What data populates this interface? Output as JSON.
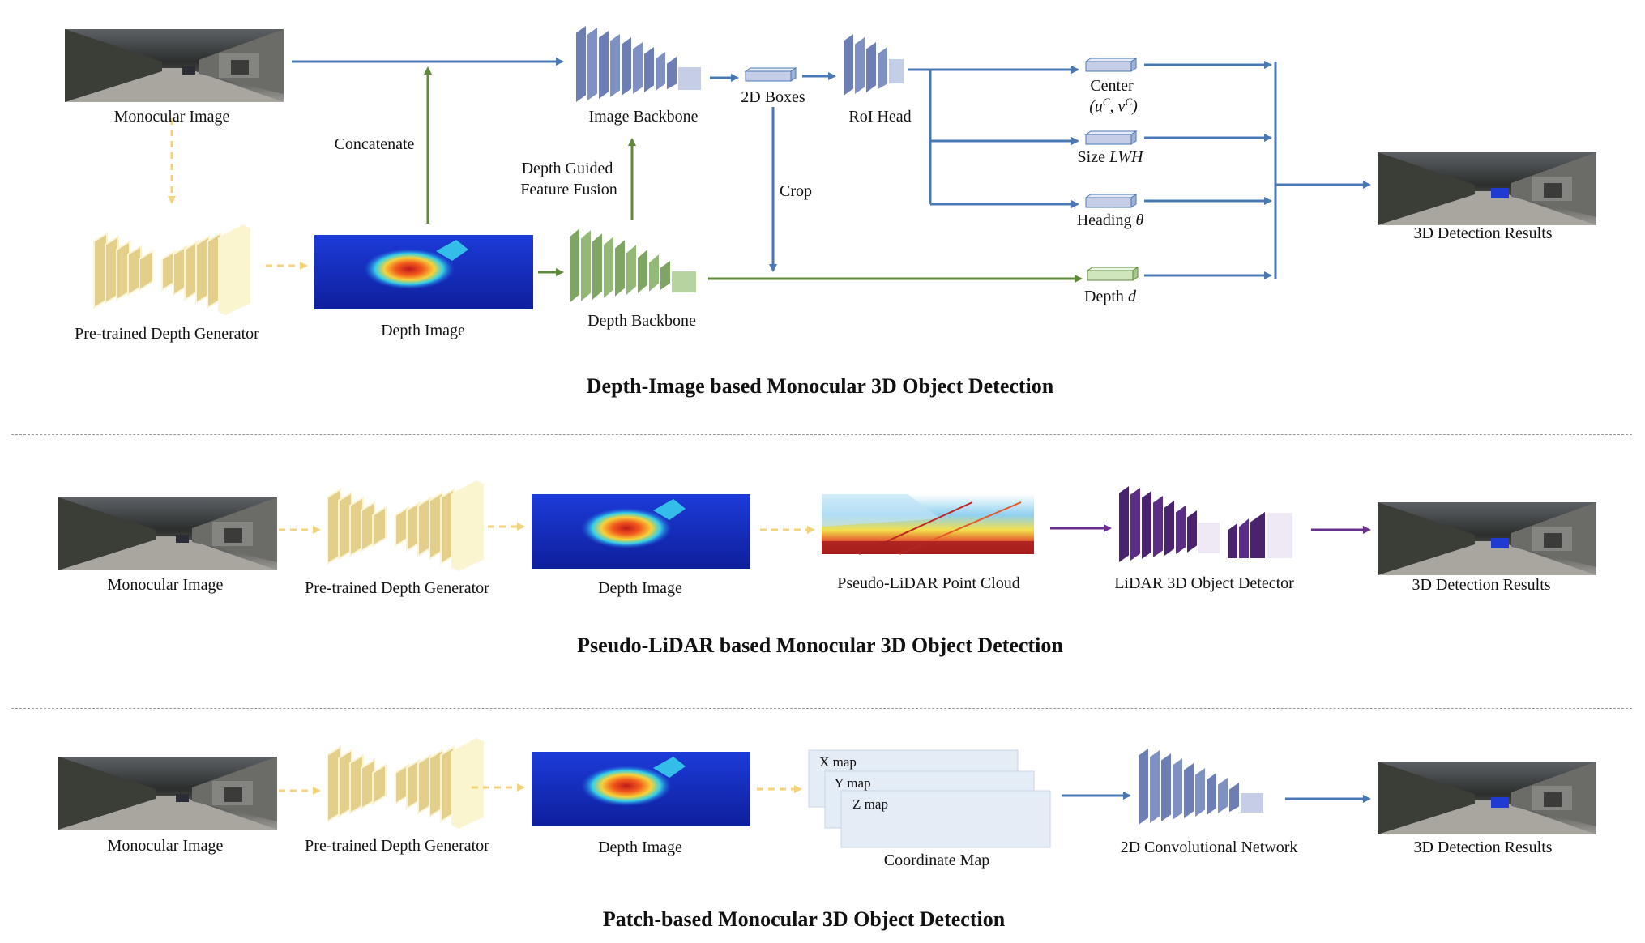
{
  "colors": {
    "blue_arrow": "#4a78b5",
    "green_arrow": "#5f8a3a",
    "yellow_arrow": "#f2d27a",
    "purple_arrow": "#6a2e8c",
    "backbone_blue": "#c6cde6",
    "backbone_green": "#b7d3a0",
    "generator_yellow": "#e4cf8a",
    "detector_purple": "#4b2270"
  },
  "section1": {
    "title": "Depth-Image based Monocular 3D Object Detection",
    "monocular_image": "Monocular Image",
    "depth_generator": "Pre-trained Depth Generator",
    "depth_image": "Depth Image",
    "concatenate": "Concatenate",
    "image_backbone": "Image Backbone",
    "depth_backbone": "Depth Backbone",
    "fusion_line1": "Depth Guided",
    "fusion_line2": "Feature Fusion",
    "boxes_2d": "2D Boxes",
    "crop": "Crop",
    "roi_head": "RoI Head",
    "center": "Center",
    "center_sym": "(u",
    "center_sup1": "C",
    "center_mid": ", v",
    "center_sup2": "C",
    "center_end": ")",
    "size_label": "Size ",
    "size_sym": "LWH",
    "heading_label": "Heading ",
    "heading_sym": "θ",
    "depth_label": "Depth ",
    "depth_sym": "d",
    "results": "3D Detection Results"
  },
  "section2": {
    "title": "Pseudo-LiDAR based Monocular 3D Object Detection",
    "monocular_image": "Monocular Image",
    "depth_generator": "Pre-trained Depth Generator",
    "depth_image": "Depth Image",
    "point_cloud": "Pseudo-LiDAR Point Cloud",
    "lidar_detector": "LiDAR 3D Object Detector",
    "results": "3D Detection Results"
  },
  "section3": {
    "title": "Patch-based Monocular 3D Object Detection",
    "monocular_image": "Monocular Image",
    "depth_generator": "Pre-trained Depth Generator",
    "depth_image": "Depth Image",
    "x_map": "X map",
    "y_map": "Y map",
    "z_map": "Z map",
    "coordinate_map": "Coordinate Map",
    "conv_network": "2D Convolutional Network",
    "results": "3D Detection Results"
  }
}
